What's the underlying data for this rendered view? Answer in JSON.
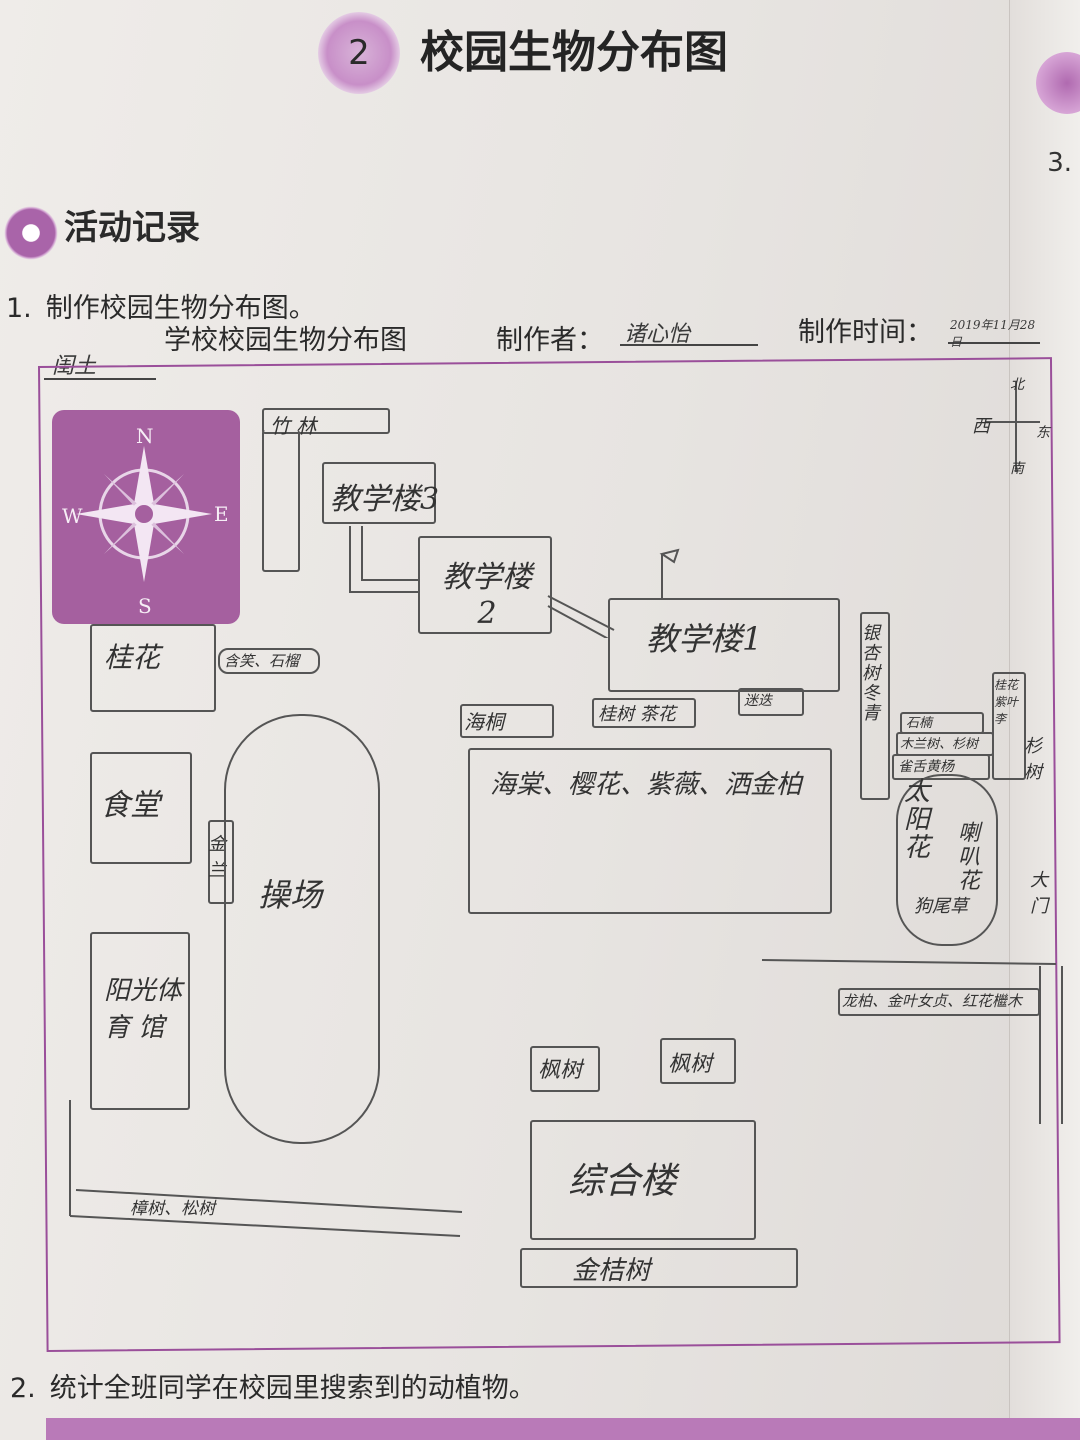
{
  "header": {
    "lesson_number": "2",
    "title": "校园生物分布图",
    "right_page_number": "3."
  },
  "section": {
    "title": "活动记录"
  },
  "q1": {
    "number": "1.",
    "text": "制作校园生物分布图。",
    "school_name": "闺土",
    "school_suffix": "学校校园生物分布图",
    "author_label": "制作者：",
    "author_value": "诸心怡",
    "date_label": "制作时间：",
    "date_value": "2019年11月28日"
  },
  "compass_card": {
    "n": "N",
    "s": "S",
    "e": "E",
    "w": "W"
  },
  "direction_sketch": {
    "north": "北",
    "south": "南",
    "east": "东",
    "west": "西"
  },
  "map_labels": {
    "bamboo": "竹 林",
    "building3": "教学楼3",
    "building2": "教学楼 2",
    "building1": "教学楼1",
    "osmanthus": "桂花",
    "hanxiao_shiliu": "含笑、石榴",
    "haitong": "海桐",
    "guihua_shu": "桂树 茶花",
    "rosemary": "迷迭",
    "central_garden": "海棠、樱花、紫薇、洒金柏",
    "ginkgo": "银杏树 冬青",
    "canteen": "食堂",
    "side_jin": "金 兰",
    "playground": "操场",
    "sunshine_gym": "阳光体育 馆",
    "east_row1": "石楠",
    "east_row2": "木兰树、杉树",
    "east_row3": "雀舌黄杨",
    "sunflower": "太 阳 花",
    "trumpet": "喇 叭 花",
    "foxtail": "狗尾草",
    "east_tall": "桂花 紫叶李",
    "east_tall2": "杉 树",
    "gate": "大 门",
    "east_strip": "龙柏、金叶女贞、红花檵木",
    "maple1": "枫树",
    "maple2": "枫树",
    "complex_building": "综合楼",
    "south_strip_left": "樟树、松树",
    "south_strip_bottom": "金桔树"
  },
  "q2": {
    "number": "2.",
    "text": "统计全班同学在校园里搜索到的动植物。"
  },
  "colors": {
    "accent_purple": "#a5609f",
    "frame_purple": "#9a4f9a",
    "paper": "#ebe8e5"
  }
}
